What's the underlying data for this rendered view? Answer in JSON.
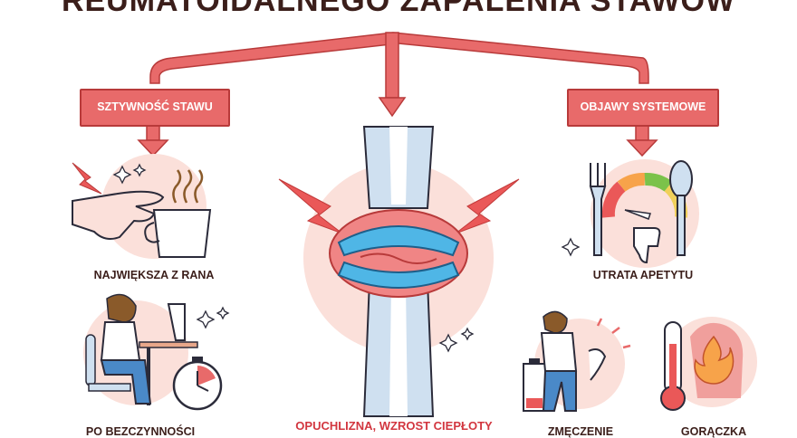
{
  "title": "REUMATOIDALNEGO ZAPALENIA STAWÓW",
  "branches": {
    "left": "SZTYWNOŚĆ STAWU",
    "right": "OBJAWY SYSTEMOWE"
  },
  "symptoms": {
    "morning": "NAJWIĘKSZA Z RANA",
    "inactivity": "PO BEZCZYNNOŚCI",
    "swelling": "OPUCHLIZNA, WZROST CIEPŁOTY",
    "appetite": "UTRATA APETYTU",
    "fatigue": "ZMĘCZENIE",
    "fever": "GORĄCZKA"
  },
  "colors": {
    "accent": "#e86a6a",
    "accent_dark": "#b83a3a",
    "text": "#3b1e1a",
    "bone": "#cfe0f0",
    "cartilage": "#4fb6e6",
    "glow": "#fbe0da"
  },
  "icons": [
    "coffee-cup-icon",
    "hand-icon",
    "lightning-icon",
    "sparkle-icon",
    "stopwatch-icon",
    "fork-icon",
    "spoon-icon",
    "gauge-icon",
    "thumbs-down-icon",
    "battery-icon",
    "thermometer-icon",
    "flame-icon"
  ]
}
